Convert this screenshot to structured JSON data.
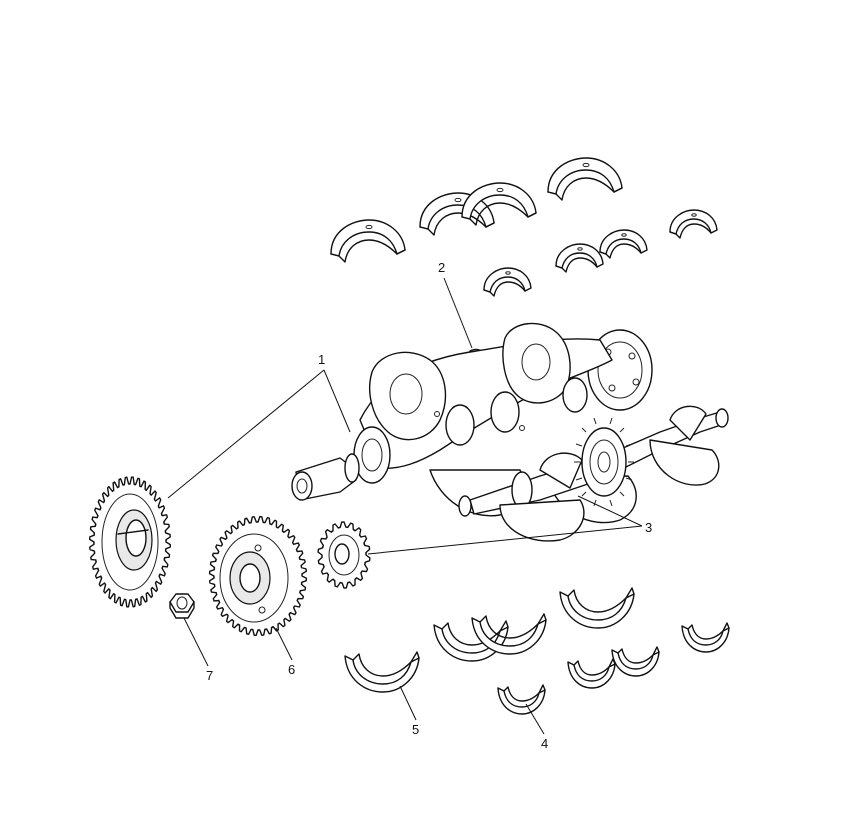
{
  "callouts": {
    "c1": "1",
    "c2": "2",
    "c3": "3",
    "c4": "4",
    "c5": "5",
    "c6": "6",
    "c7": "7"
  },
  "colors": {
    "line": "#111111",
    "background": "#ffffff",
    "shade": "#e9e9e9"
  }
}
